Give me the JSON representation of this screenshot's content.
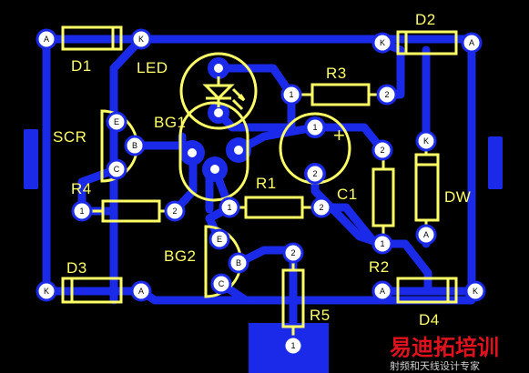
{
  "colors": {
    "board": "#000000",
    "copper": "#1a2ae8",
    "silkscreen": "#ffff66",
    "pad": "#ffffff",
    "watermark": "#e0121e"
  },
  "labels": {
    "d1": "D1",
    "d2": "D2",
    "d3": "D3",
    "d4": "D4",
    "led": "LED",
    "r1": "R1",
    "r2": "R2",
    "r3": "R3",
    "r4": "R4",
    "r5": "R5",
    "scr": "SCR",
    "bg1": "BG1",
    "bg2": "BG2",
    "c1": "C1",
    "dw": "DW"
  },
  "pins": {
    "a": "A",
    "k": "K",
    "e": "E",
    "b": "B",
    "c": "C",
    "one": "1",
    "two": "2"
  },
  "polarity": {
    "plus": "+"
  },
  "watermark": {
    "title": "易迪拓培训",
    "subtitle": "射频和天线设计专家"
  }
}
